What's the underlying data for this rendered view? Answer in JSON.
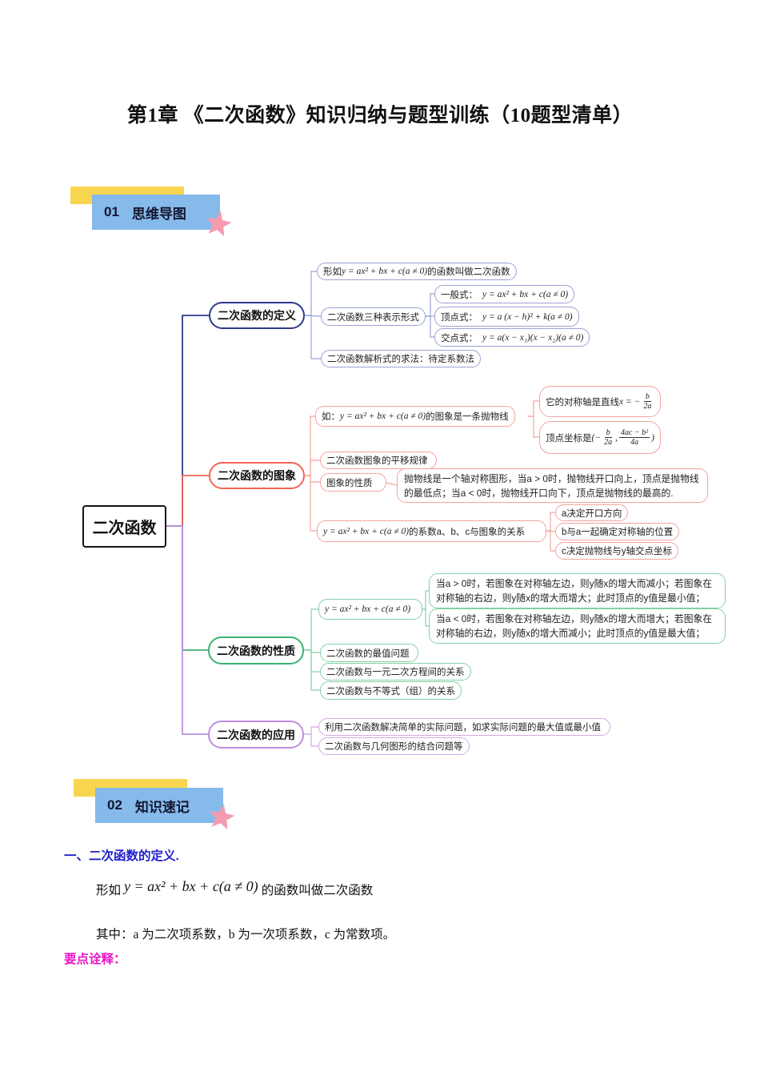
{
  "page": {
    "title": "第1章 《二次函数》知识归纳与题型训练（10题型清单）"
  },
  "section1": {
    "number": "01",
    "label": "思维导图"
  },
  "section2": {
    "number": "02",
    "label": "知识速记"
  },
  "mindmap": {
    "root": "二次函数",
    "branches": {
      "definition": {
        "label": "二次函数的定义",
        "leaf_define": {
          "prefix": "形如",
          "formula": "y = ax² + bx + c(a ≠ 0)",
          "suffix": "的函数叫做二次函数"
        },
        "leaf_forms": "二次函数三种表示形式",
        "form_general": {
          "name": "一般式：",
          "formula": "y = ax² + bx + c(a ≠ 0)"
        },
        "form_vertex": {
          "name": "顶点式：",
          "formula": "y = a (x − h)² + k(a ≠ 0)"
        },
        "form_intersect": {
          "name": "交点式：",
          "formula": "y = a(x − x₁)(x − x₂)(a ≠ 0)"
        },
        "leaf_solve": "二次函数解析式的求法：待定系数法"
      },
      "graph": {
        "label": "二次函数的图象",
        "leaf_parabola": {
          "prefix": "如：",
          "formula": "y = ax² + bx + c(a ≠ 0)",
          "suffix": " 的图象是一条抛物线"
        },
        "leaf_axis": {
          "label": "它的对称轴是直线 ",
          "prefix": "x = −",
          "num": "b",
          "den": "2a"
        },
        "leaf_vertex": {
          "label": "顶点坐标是 ",
          "open": "(−",
          "num1": "b",
          "den1": "2a",
          "comma": ",",
          "num2": "4ac − b²",
          "den2": "4a",
          "close": ")"
        },
        "leaf_translate": "二次函数图象的平移规律",
        "leaf_props": "图象的性质",
        "leaf_props_detail": "抛物线是一个轴对称图形，当a > 0时，抛物线开口向上，顶点是抛物线的最低点；当a < 0时，抛物线开口向下，顶点是抛物线的最高的.",
        "leaf_coeff": {
          "formula": "y = ax² + bx + c(a ≠ 0)",
          "suffix": " 的系数a、b、c与图象的关系"
        },
        "coeff_a": "a决定开口方向",
        "coeff_b": "b与a一起确定对称轴的位置",
        "coeff_c": "c决定抛物线与y轴交点坐标"
      },
      "properties": {
        "label": "二次函数的性质",
        "leaf_formula": "y = ax² + bx + c(a ≠ 0)",
        "case_positive": "当a > 0时，若图象在对称轴左边，则y随x的增大而减小；若图象在对称轴的右边，则y随x的增大而增大；此时顶点的y值是最小值；",
        "case_negative": "当a < 0时，若图象在对称轴左边，则y随x的增大而增大；若图象在对称轴的右边，则y随x的增大而减小；此时顶点的y值是最大值；",
        "leaf_max": "二次函数的最值问题",
        "leaf_equation": "二次函数与一元二次方程间的关系",
        "leaf_inequality": "二次函数与不等式（组）的关系"
      },
      "application": {
        "label": "二次函数的应用",
        "leaf_practical": "利用二次函数解决简单的实际问题，如求实际问题的最大值或最小值",
        "leaf_geometry": "二次函数与几何图形的结合问题等"
      }
    }
  },
  "notes": {
    "heading": "一、二次函数的定义.",
    "line1_prefix": "形如",
    "line1_formula": "y = ax² + bx + c(a ≠ 0)",
    "line1_suffix": "的函数叫做二次函数",
    "line2": "其中：a 为二次项系数，b 为一次项系数，c 为常数项。",
    "highlight": "要点诠释："
  },
  "colors": {
    "badge_yellow": "#f8d54e",
    "badge_blue": "#85baea",
    "star_pink": "#f49bb0",
    "branch_definition": "#2e3a8c",
    "branch_definition_light": "#9aa3d6",
    "branch_graph": "#f26455",
    "branch_graph_light": "#f2a49e",
    "branch_properties": "#3cb176",
    "branch_properties_light": "#86cfa8",
    "branch_application": "#bd8fe2",
    "branch_application_light": "#cfabe8",
    "heading_blue": "#2222cc",
    "highlight_magenta": "#e816c8"
  }
}
